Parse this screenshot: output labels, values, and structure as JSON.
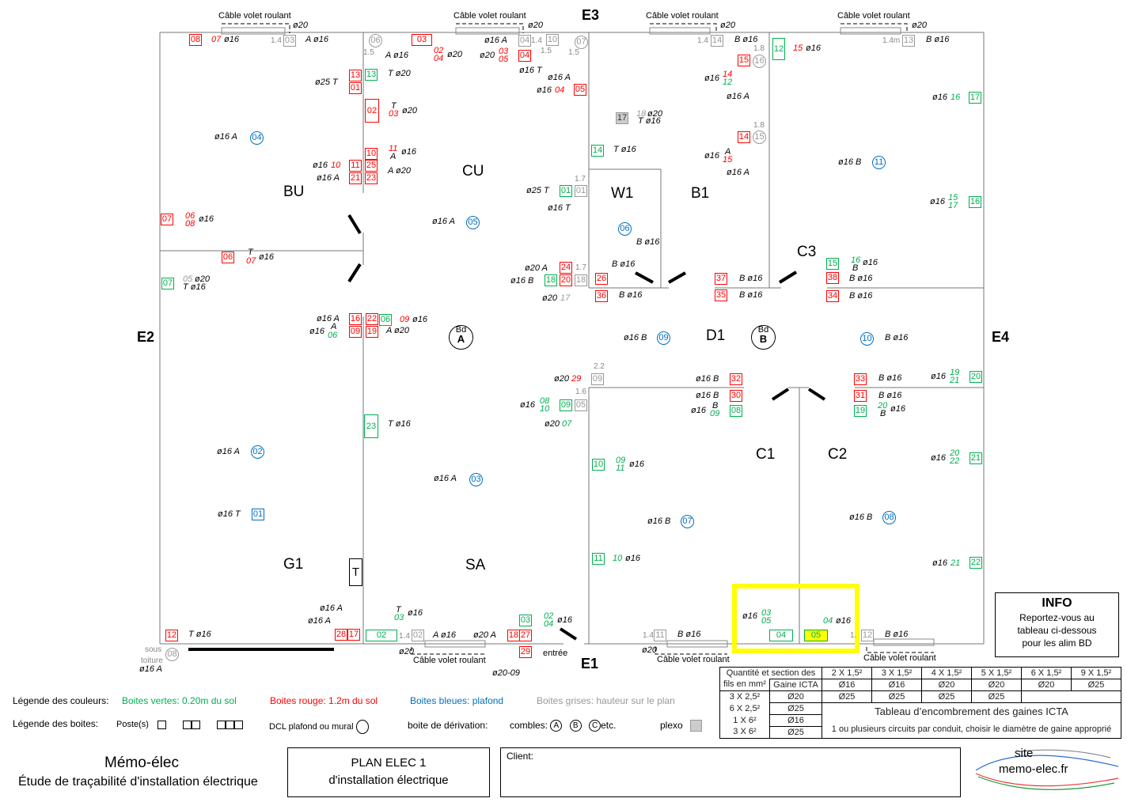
{
  "rooms": {
    "BU": "BU",
    "CU": "CU",
    "W1": "W1",
    "B1": "B1",
    "C3": "C3",
    "D1": "D1",
    "C1": "C1",
    "C2": "C2",
    "G1": "G1",
    "SA": "SA",
    "T": "T"
  },
  "edges": {
    "E1": "E1",
    "E2": "E2",
    "E3": "E3",
    "E4": "E4"
  },
  "junctions": [
    {
      "l1": "Bd",
      "l2": "A"
    },
    {
      "l1": "Bd",
      "l2": "B"
    }
  ],
  "info": {
    "title": "INFO",
    "lines": [
      "Reportez-vous au",
      "tableau ci-dessous",
      "pour les alim BD"
    ]
  },
  "plan_labels": [
    [
      "Câble volet roulant",
      "k"
    ],
    [
      "ø20",
      "t"
    ],
    [
      "08",
      "rb"
    ],
    [
      "07",
      "tr"
    ],
    [
      "ø16",
      "t"
    ],
    [
      "1.4",
      "n"
    ],
    [
      "03",
      "grb"
    ],
    [
      "A ø16",
      "t"
    ],
    [
      "Câble volet roulant",
      "k"
    ],
    [
      "ø20",
      "t"
    ],
    [
      "06",
      "grc"
    ],
    [
      "1.5",
      "n"
    ],
    [
      "A ø16",
      "t"
    ],
    [
      "03",
      "rb"
    ],
    [
      "02",
      "tr"
    ],
    [
      "04",
      "tr"
    ],
    [
      "ø20",
      "t"
    ],
    [
      "ø16 A",
      "t"
    ],
    [
      "04",
      "grb"
    ],
    [
      "1.4",
      "n"
    ],
    [
      "10",
      "grb"
    ],
    [
      "07",
      "grc"
    ],
    [
      "1.5",
      "n"
    ],
    [
      "1.5",
      "n"
    ],
    [
      "ø20",
      "t"
    ],
    [
      "03",
      "tr"
    ],
    [
      "05",
      "tr"
    ],
    [
      "04",
      "rb"
    ],
    [
      "ø16 T",
      "t"
    ],
    [
      "ø16 A",
      "t"
    ],
    [
      "ø16",
      "t"
    ],
    [
      "04",
      "tr"
    ],
    [
      "05",
      "rb"
    ],
    [
      "13",
      "rb"
    ],
    [
      "01",
      "rb"
    ],
    [
      "ø25 T",
      "t"
    ],
    [
      "13",
      "gb"
    ],
    [
      "T ø20",
      "t"
    ],
    [
      "02",
      "rb"
    ],
    [
      "T",
      "t"
    ],
    [
      "03",
      "tr"
    ],
    [
      "ø20",
      "t"
    ],
    [
      "04",
      "bc"
    ],
    [
      "ø16 A",
      "t"
    ],
    [
      "10",
      "rb"
    ],
    [
      "25",
      "rb"
    ],
    [
      "23",
      "rb"
    ],
    [
      "11",
      "tr"
    ],
    [
      "A",
      "t"
    ],
    [
      "ø16",
      "t"
    ],
    [
      "A ø20",
      "t"
    ],
    [
      "11",
      "rb"
    ],
    [
      "21",
      "rb"
    ],
    [
      "ø16",
      "t"
    ],
    [
      "10",
      "tr"
    ],
    [
      "ø16 A",
      "t"
    ],
    [
      "05",
      "bc"
    ],
    [
      "ø16 A",
      "t"
    ],
    [
      "01",
      "gb"
    ],
    [
      "01",
      "grb"
    ],
    [
      "1.7",
      "n"
    ],
    [
      "ø25 T",
      "t"
    ],
    [
      "ø16 T",
      "t"
    ],
    [
      "07",
      "rb"
    ],
    [
      "06",
      "tr"
    ],
    [
      "08",
      "tr"
    ],
    [
      "ø16",
      "t"
    ],
    [
      "06",
      "rb"
    ],
    [
      "T",
      "t"
    ],
    [
      "07",
      "tr"
    ],
    [
      "ø16",
      "t"
    ],
    [
      "07",
      "gb"
    ],
    [
      "05",
      "tgr"
    ],
    [
      "ø20",
      "t"
    ],
    [
      "T ø16",
      "t"
    ],
    [
      "ø20 A",
      "t"
    ],
    [
      "24",
      "rb"
    ],
    [
      "1.7",
      "n"
    ],
    [
      "ø16 B",
      "t"
    ],
    [
      "18",
      "gb"
    ],
    [
      "20",
      "rb"
    ],
    [
      "18",
      "grb"
    ],
    [
      "ø20",
      "t"
    ],
    [
      "17",
      "tgr"
    ],
    [
      "16",
      "rb"
    ],
    [
      "09",
      "rb"
    ],
    [
      "ø16 A",
      "t"
    ],
    [
      "A",
      "t"
    ],
    [
      "ø16",
      "t"
    ],
    [
      "06",
      "tg"
    ],
    [
      "22",
      "rb"
    ],
    [
      "19",
      "rb"
    ],
    [
      "06",
      "gb"
    ],
    [
      "09",
      "tr"
    ],
    [
      "ø16",
      "t"
    ],
    [
      "A ø20",
      "t"
    ],
    [
      "23",
      "gb"
    ],
    [
      "T ø16",
      "t"
    ],
    [
      "ø20",
      "t"
    ],
    [
      "29",
      "tr"
    ],
    [
      "09",
      "grb"
    ],
    [
      "2.2",
      "n"
    ],
    [
      "1.6",
      "n"
    ],
    [
      "ø16",
      "t"
    ],
    [
      "08",
      "tg"
    ],
    [
      "10",
      "tg"
    ],
    [
      "09",
      "gb"
    ],
    [
      "05",
      "grb"
    ],
    [
      "ø20",
      "t"
    ],
    [
      "07",
      "tg"
    ],
    [
      "02",
      "bc"
    ],
    [
      "ø16 A",
      "t"
    ],
    [
      "03",
      "bc"
    ],
    [
      "ø16 A",
      "t"
    ],
    [
      "01",
      "bb"
    ],
    [
      "ø16 T",
      "t"
    ],
    [
      "ø16 A",
      "t"
    ],
    [
      "ø16 A",
      "t"
    ],
    [
      "28",
      "rb"
    ],
    [
      "17",
      "rb"
    ],
    [
      "12",
      "rb"
    ],
    [
      "T ø16",
      "t"
    ],
    [
      "T",
      "t"
    ],
    [
      "03",
      "tg"
    ],
    [
      "ø16",
      "t"
    ],
    [
      "02",
      "gb"
    ],
    [
      "1.4",
      "n"
    ],
    [
      "02",
      "grb"
    ],
    [
      "A ø16",
      "t"
    ],
    [
      "ø20 A",
      "t"
    ],
    [
      "18",
      "rb"
    ],
    [
      "27",
      "rb"
    ],
    [
      "03",
      "gb"
    ],
    [
      "02",
      "tg"
    ],
    [
      "04",
      "tg"
    ],
    [
      "ø16",
      "t"
    ],
    [
      "sous",
      "n"
    ],
    [
      "toiture",
      "n"
    ],
    [
      "08",
      "grc"
    ],
    [
      "ø16 A",
      "t"
    ],
    [
      "ø20",
      "t"
    ],
    [
      "Câble volet roulant",
      "k"
    ],
    [
      "29",
      "rb"
    ],
    [
      "ø20-09",
      "t"
    ],
    [
      "entrée",
      "k"
    ],
    [
      "Câble volet roulant",
      "k"
    ],
    [
      "ø20",
      "t"
    ],
    [
      "1.4",
      "n"
    ],
    [
      "14",
      "grb"
    ],
    [
      "B ø16",
      "t"
    ],
    [
      "1.8",
      "n"
    ],
    [
      "16",
      "grc"
    ],
    [
      "15",
      "rb"
    ],
    [
      "ø16",
      "t"
    ],
    [
      "14",
      "tr"
    ],
    [
      "12",
      "tg"
    ],
    [
      "ø16 A",
      "t"
    ],
    [
      "12",
      "gb"
    ],
    [
      "15",
      "tr"
    ],
    [
      "ø16",
      "t"
    ],
    [
      "Câble volet roulant",
      "k"
    ],
    [
      "ø20",
      "t"
    ],
    [
      "1.4m",
      "n"
    ],
    [
      "13",
      "grb"
    ],
    [
      "B ø16",
      "t"
    ],
    [
      "17",
      "gb"
    ],
    [
      "ø16",
      "t"
    ],
    [
      "16",
      "tg"
    ],
    [
      "17",
      "plexo"
    ],
    [
      "18",
      "tgr"
    ],
    [
      "ø20",
      "t"
    ],
    [
      "T ø16",
      "t"
    ],
    [
      "1.8",
      "n"
    ],
    [
      "15",
      "grc"
    ],
    [
      "14",
      "rb"
    ],
    [
      "A",
      "t"
    ],
    [
      "15",
      "tr"
    ],
    [
      "ø16",
      "t"
    ],
    [
      "ø16 A",
      "t"
    ],
    [
      "14",
      "gb"
    ],
    [
      "T ø16",
      "t"
    ],
    [
      "11",
      "bc"
    ],
    [
      "ø16 B",
      "t"
    ],
    [
      "16",
      "gb"
    ],
    [
      "ø16",
      "t"
    ],
    [
      "15",
      "tg"
    ],
    [
      "17",
      "tg"
    ],
    [
      "06",
      "bc"
    ],
    [
      "B ø16",
      "t"
    ],
    [
      "26",
      "rb"
    ],
    [
      "B ø16",
      "t"
    ],
    [
      "36",
      "rb"
    ],
    [
      "B ø16",
      "t"
    ],
    [
      "37",
      "rb"
    ],
    [
      "B ø16",
      "t"
    ],
    [
      "35",
      "rb"
    ],
    [
      "B ø16",
      "t"
    ],
    [
      "15",
      "gb"
    ],
    [
      "16",
      "tg"
    ],
    [
      "B",
      "t"
    ],
    [
      "ø16",
      "t"
    ],
    [
      "38",
      "rb"
    ],
    [
      "B ø16",
      "t"
    ],
    [
      "34",
      "rb"
    ],
    [
      "B ø16",
      "t"
    ],
    [
      "09",
      "bc"
    ],
    [
      "ø16 B",
      "t"
    ],
    [
      "10",
      "bc"
    ],
    [
      "B ø16",
      "t"
    ],
    [
      "ø16 B",
      "t"
    ],
    [
      "32",
      "rb"
    ],
    [
      "ø16 B",
      "t"
    ],
    [
      "30",
      "rb"
    ],
    [
      "ø16",
      "t"
    ],
    [
      "B",
      "t"
    ],
    [
      "09",
      "tg"
    ],
    [
      "08",
      "gb"
    ],
    [
      "33",
      "rb"
    ],
    [
      "B ø16",
      "t"
    ],
    [
      "ø16",
      "t"
    ],
    [
      "19",
      "tg"
    ],
    [
      "21",
      "tg"
    ],
    [
      "20",
      "gb"
    ],
    [
      "31",
      "rb"
    ],
    [
      "B ø16",
      "t"
    ],
    [
      "19",
      "gb"
    ],
    [
      "20",
      "tg"
    ],
    [
      "B",
      "t"
    ],
    [
      "ø16",
      "t"
    ],
    [
      "10",
      "gb"
    ],
    [
      "09",
      "tg"
    ],
    [
      "11",
      "tg"
    ],
    [
      "ø16",
      "t"
    ],
    [
      "21",
      "gb"
    ],
    [
      "ø16",
      "t"
    ],
    [
      "20",
      "tg"
    ],
    [
      "22",
      "tg"
    ],
    [
      "07",
      "bc"
    ],
    [
      "ø16 B",
      "t"
    ],
    [
      "08",
      "bc"
    ],
    [
      "ø16 B",
      "t"
    ],
    [
      "11",
      "gb"
    ],
    [
      "10",
      "tg"
    ],
    [
      "ø16",
      "t"
    ],
    [
      "22",
      "gb"
    ],
    [
      "ø16",
      "t"
    ],
    [
      "21",
      "tg"
    ],
    [
      "ø16",
      "t"
    ],
    [
      "03",
      "tg"
    ],
    [
      "05",
      "tg"
    ],
    [
      "04",
      "gb"
    ],
    [
      "04",
      "tg"
    ],
    [
      "ø16",
      "t"
    ],
    [
      "05",
      "yb"
    ],
    [
      "1.4",
      "n"
    ],
    [
      "11",
      "grb"
    ],
    [
      "B ø16",
      "t"
    ],
    [
      "ø20",
      "t"
    ],
    [
      "Câble volet roulant",
      "k"
    ],
    [
      "1.",
      "n"
    ],
    [
      "12",
      "grb"
    ],
    [
      "B ø16",
      "t"
    ],
    [
      "Câble volet roulant",
      "k"
    ]
  ],
  "table": {
    "corner_top": "Quantité et section des",
    "corner_left": "fils en mm²",
    "corner_right": "Gaine ICTA",
    "headers": [
      "2 X 1,5²",
      "3 X 1,5²",
      "4 X 1,5²",
      "5 X 1,5²",
      "6 X 1,5²",
      "9 X 1,5²"
    ],
    "header_gaines": [
      "Ø16",
      "Ø16",
      "Ø20",
      "Ø20",
      "Ø20",
      "Ø25"
    ],
    "rows": [
      {
        "fils": "3 X 2,5²",
        "gaine": "Ø20",
        "vals": [
          "Ø25",
          "Ø25",
          "Ø25",
          "Ø25"
        ]
      },
      {
        "fils": "6 X 2,5²",
        "gaine": "Ø25"
      },
      {
        "fils": "1 X 6²",
        "gaine": "Ø16"
      },
      {
        "fils": "3 X 6²",
        "gaine": "Ø25"
      }
    ],
    "title": "Tableau d’encombrement des gaines ICTA",
    "note": "1 ou plusieurs circuits par conduit, choisir le diamètre de gaine approprié"
  },
  "legend": {
    "colors_label": "Légende des couleurs:",
    "green": "Boites vertes:  0.20m du sol",
    "red": "Boites rouge: 1.2m du sol",
    "blue": "Boites bleues: plafond",
    "grey": "Boites grises: hauteur sur le plan",
    "boxes_label": "Légende des boites:",
    "poste": "Poste(s)",
    "dcl": "DCL plafond ou mural",
    "derivation": "boite de dérivation:",
    "combles": "combles:",
    "a": "A",
    "b": "B",
    "c": "C",
    "etc": "etc.",
    "plexo": "plexo"
  },
  "title_block": {
    "brand": "Mémo-élec",
    "subtitle": "Étude de traçabilité d'installation électrique",
    "plan_title": "PLAN ELEC 1",
    "plan_sub": "d'installation électrique",
    "client": "Client:",
    "site_line1": "site",
    "site_line2": "memo-elec.fr"
  },
  "colors": {
    "green": "#00b050",
    "red": "#ff0000",
    "blue": "#0070c0",
    "grey": "#999999",
    "highlight": "#ffff00"
  }
}
